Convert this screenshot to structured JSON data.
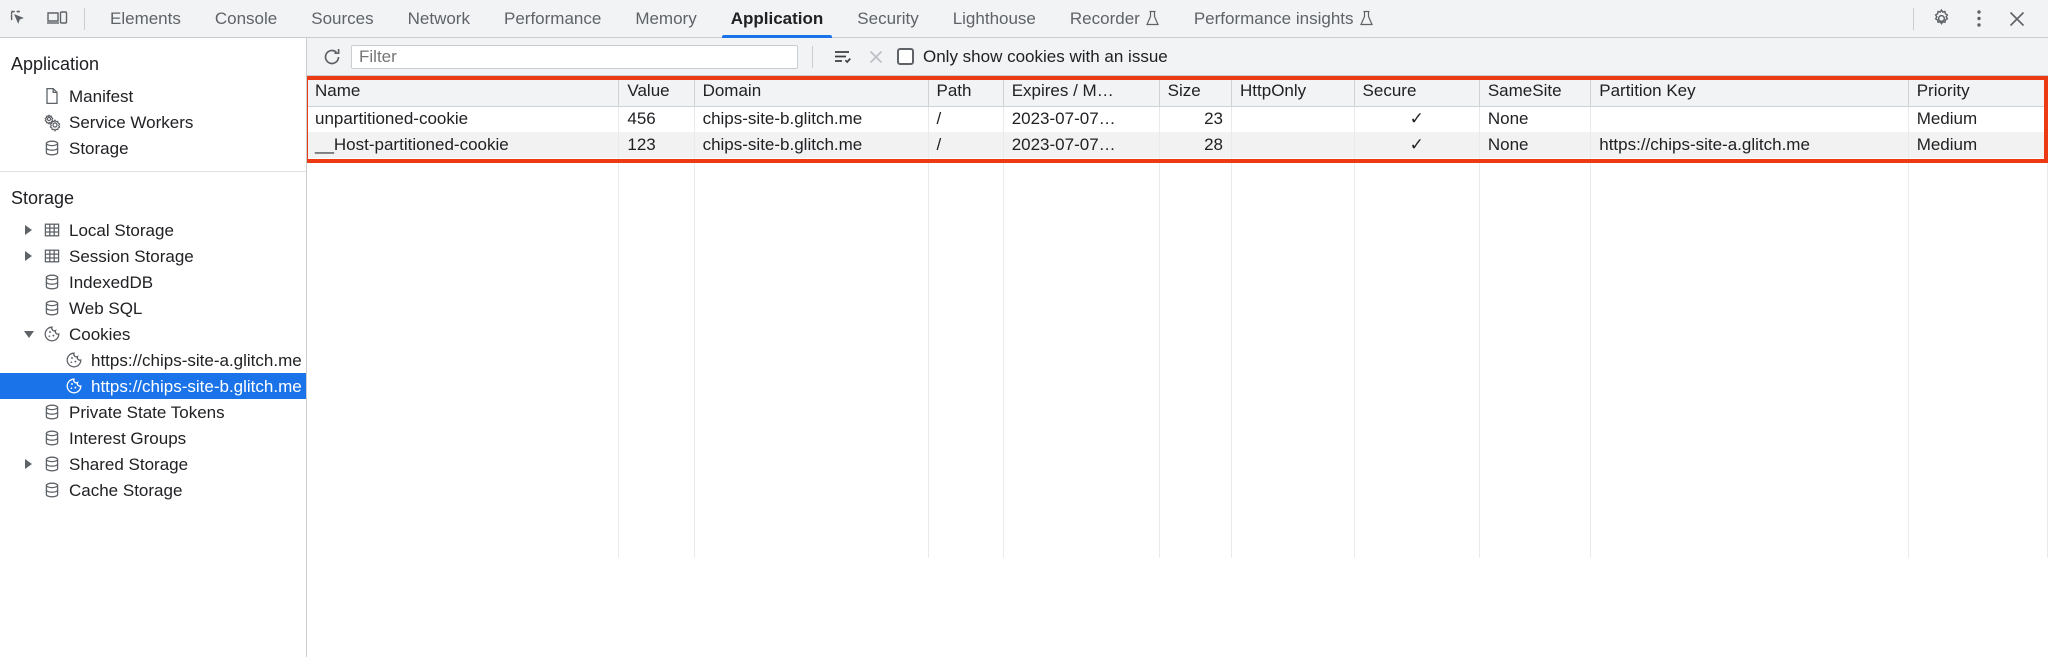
{
  "toolbar": {
    "icons": [
      {
        "name": "inspect-element-icon",
        "glyph": "inspect"
      },
      {
        "name": "device-toolbar-icon",
        "glyph": "device"
      }
    ],
    "tabs": [
      {
        "label": "Elements",
        "active": false,
        "experiment": false
      },
      {
        "label": "Console",
        "active": false,
        "experiment": false
      },
      {
        "label": "Sources",
        "active": false,
        "experiment": false
      },
      {
        "label": "Network",
        "active": false,
        "experiment": false
      },
      {
        "label": "Performance",
        "active": false,
        "experiment": false
      },
      {
        "label": "Memory",
        "active": false,
        "experiment": false
      },
      {
        "label": "Application",
        "active": true,
        "experiment": false
      },
      {
        "label": "Security",
        "active": false,
        "experiment": false
      },
      {
        "label": "Lighthouse",
        "active": false,
        "experiment": false
      },
      {
        "label": "Recorder",
        "active": false,
        "experiment": true
      },
      {
        "label": "Performance insights",
        "active": false,
        "experiment": true
      }
    ],
    "right_icons": [
      {
        "name": "settings-gear-icon"
      },
      {
        "name": "more-options-kebab-icon"
      },
      {
        "name": "close-devtools-icon"
      }
    ],
    "active_tab_accent": "#1a73e8"
  },
  "sidebar": {
    "application": {
      "title": "Application",
      "items": [
        {
          "label": "Manifest",
          "icon": "manifest-document-icon",
          "twisty": "none",
          "level": 1
        },
        {
          "label": "Service Workers",
          "icon": "service-workers-gears-icon",
          "twisty": "none",
          "level": 1
        },
        {
          "label": "Storage",
          "icon": "storage-database-icon",
          "twisty": "none",
          "level": 1
        }
      ]
    },
    "storage": {
      "title": "Storage",
      "items": [
        {
          "label": "Local Storage",
          "icon": "table-grid-icon",
          "twisty": "closed",
          "level": 1,
          "selected": false
        },
        {
          "label": "Session Storage",
          "icon": "table-grid-icon",
          "twisty": "closed",
          "level": 1,
          "selected": false
        },
        {
          "label": "IndexedDB",
          "icon": "storage-database-icon",
          "twisty": "none",
          "level": 1,
          "selected": false
        },
        {
          "label": "Web SQL",
          "icon": "storage-database-icon",
          "twisty": "none",
          "level": 1,
          "selected": false
        },
        {
          "label": "Cookies",
          "icon": "cookie-icon",
          "twisty": "open",
          "level": 1,
          "selected": false
        },
        {
          "label": "https://chips-site-a.glitch.me",
          "icon": "cookie-icon",
          "twisty": "none",
          "level": 2,
          "selected": false
        },
        {
          "label": "https://chips-site-b.glitch.me",
          "icon": "cookie-icon",
          "twisty": "none",
          "level": 2,
          "selected": true
        },
        {
          "label": "Private State Tokens",
          "icon": "storage-database-icon",
          "twisty": "none",
          "level": 1,
          "selected": false
        },
        {
          "label": "Interest Groups",
          "icon": "storage-database-icon",
          "twisty": "none",
          "level": 1,
          "selected": false
        },
        {
          "label": "Shared Storage",
          "icon": "storage-database-icon",
          "twisty": "closed",
          "level": 1,
          "selected": false
        },
        {
          "label": "Cache Storage",
          "icon": "storage-database-icon",
          "twisty": "none",
          "level": 1,
          "selected": false
        }
      ],
      "selected_background": "#1a73e8"
    }
  },
  "filterbar": {
    "refresh_icon": "refresh-icon",
    "filter_placeholder": "Filter",
    "filter_value": "",
    "clear_filtered_icon": "clear-filtered-cookies-icon",
    "clear_icon": "clear-icon",
    "checkbox_label": "Only show cookies with an issue",
    "checkbox_checked": false
  },
  "table": {
    "highlight_color": "#ec3b14",
    "columns": [
      {
        "label": "Name",
        "width": "224"
      },
      {
        "label": "Value",
        "width": "54"
      },
      {
        "label": "Domain",
        "width": "168"
      },
      {
        "label": "Path",
        "width": "54"
      },
      {
        "label": "Expires / M…",
        "width": "112"
      },
      {
        "label": "Size",
        "width": "52"
      },
      {
        "label": "HttpOnly",
        "width": "88"
      },
      {
        "label": "Secure",
        "width": "90"
      },
      {
        "label": "SameSite",
        "width": "80"
      },
      {
        "label": "Partition Key",
        "width": "228"
      },
      {
        "label": "Priority",
        "width": "100"
      }
    ],
    "rows": [
      {
        "name": "unpartitioned-cookie",
        "value": "456",
        "domain": "chips-site-b.glitch.me",
        "path": "/",
        "expires": "2023-07-07…",
        "size": "23",
        "httponly": "",
        "secure": "✓",
        "samesite": "None",
        "partition_key": "",
        "priority": "Medium"
      },
      {
        "name": "__Host-partitioned-cookie",
        "value": "123",
        "domain": "chips-site-b.glitch.me",
        "path": "/",
        "expires": "2023-07-07…",
        "size": "28",
        "httponly": "",
        "secure": "✓",
        "samesite": "None",
        "partition_key": "https://chips-site-a.glitch.me",
        "priority": "Medium"
      }
    ]
  }
}
